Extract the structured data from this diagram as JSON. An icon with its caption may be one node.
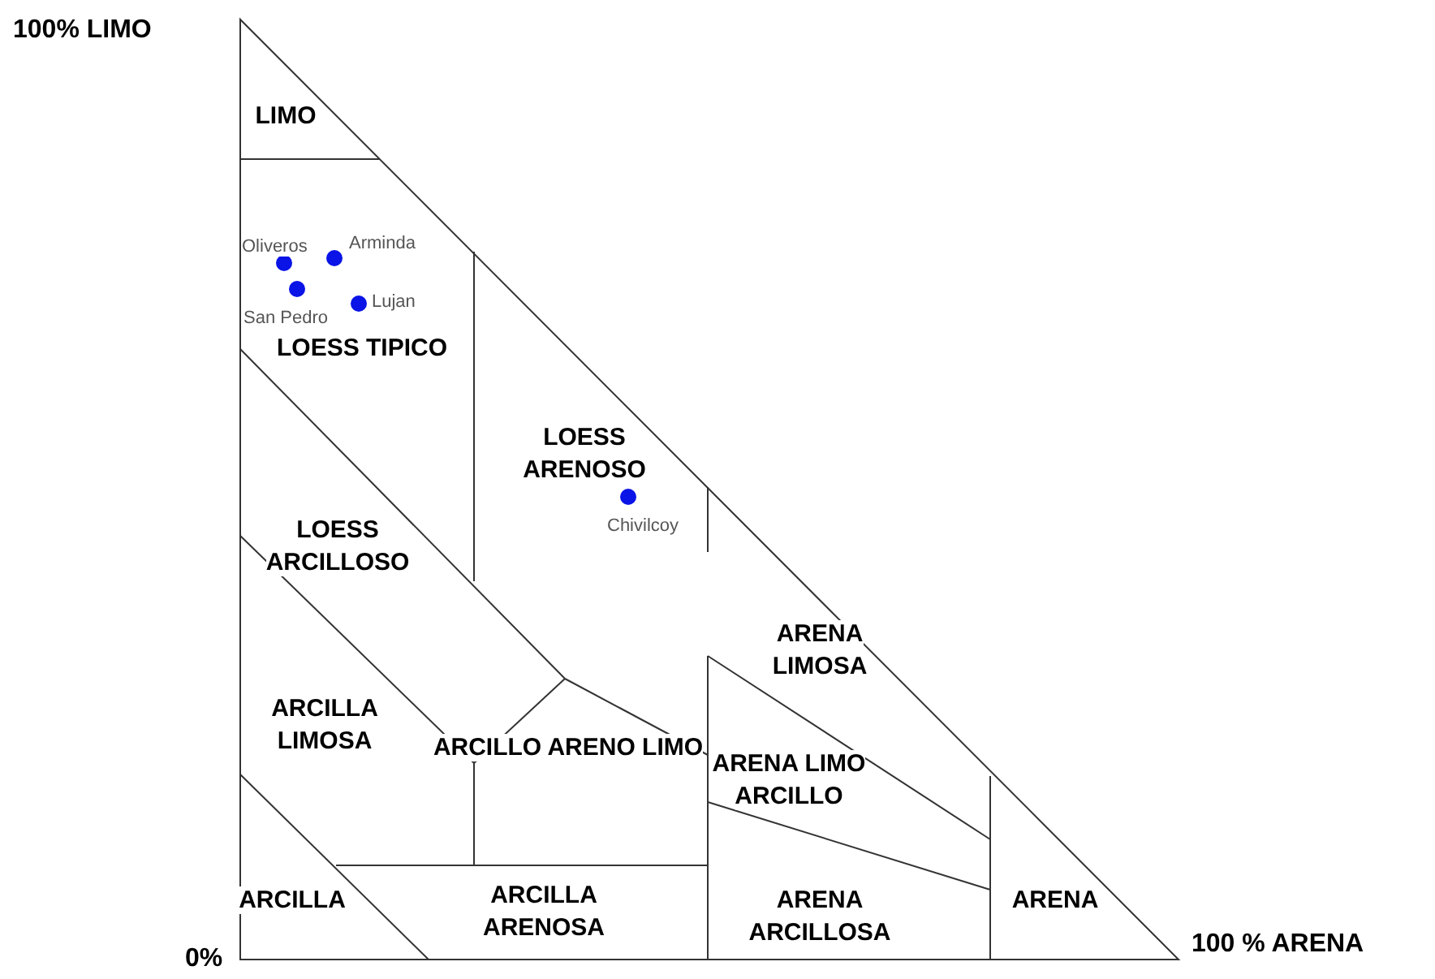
{
  "diagram": {
    "nodes": [
      {
        "text": [
          "LIMO"
        ]
      },
      {
        "text": [
          "LOESS TIPICO"
        ]
      },
      {
        "text": [
          "LOESS ARENOSO"
        ]
      },
      {
        "text": [
          "LOESS ARCILLOSO"
        ]
      },
      {
        "text": [
          "ARENA LIMOSA"
        ]
      },
      {
        "text": [
          "ARCILLA LIMOSA"
        ]
      },
      {
        "text": [
          "ARCILLO ARENO LIMO"
        ]
      },
      {
        "text": [
          "ARENA LIMO ARCILLO"
        ]
      },
      {
        "text": [
          "ARCILLA"
        ]
      },
      {
        "text": [
          "ARCILLA ARENOSA"
        ]
      },
      {
        "text": [
          "ARENA ARCILLOSA"
        ]
      },
      {
        "text": [
          "ARENA"
        ]
      }
    ],
    "edges": [],
    "labels": [
      "100% LIMO",
      "Oliveros",
      "Arminda",
      "San Pedro",
      "Lujan",
      "Chivilcoy",
      "0%",
      "100 % ARENA"
    ]
  }
}
